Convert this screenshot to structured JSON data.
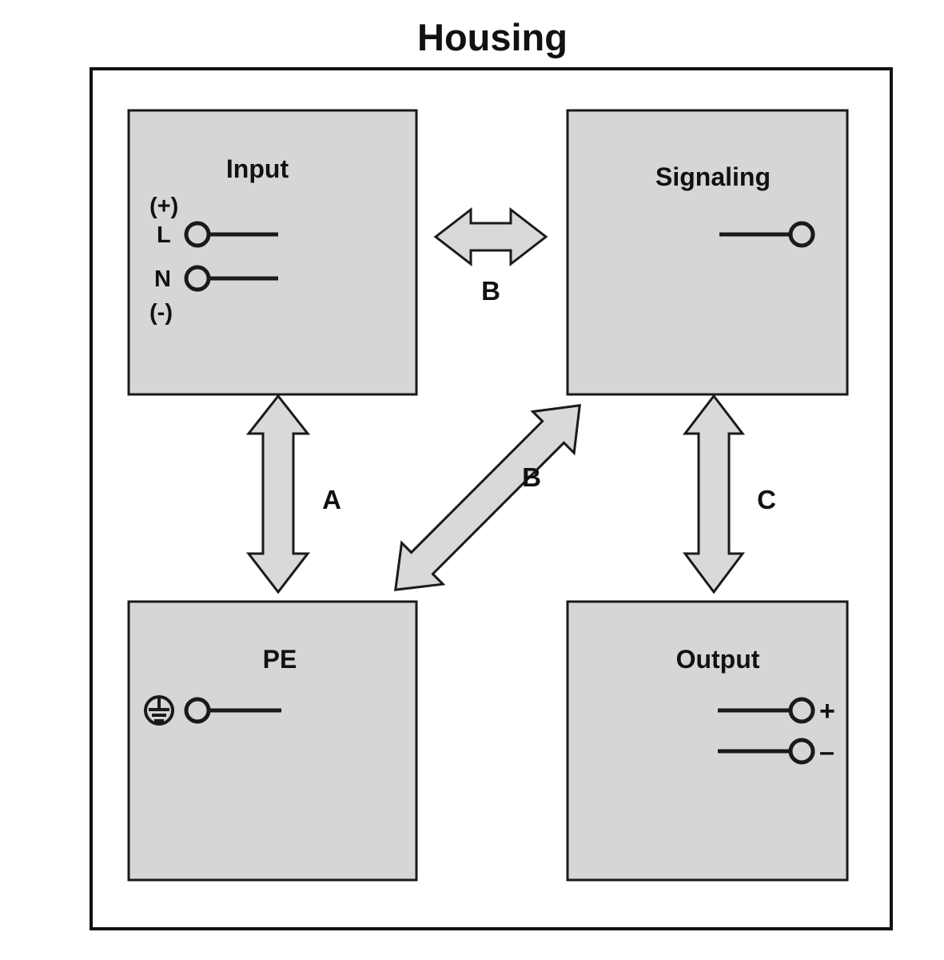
{
  "diagram": {
    "title": "Housing",
    "colors": {
      "block_fill": "#d6d6d6",
      "arrow_fill": "#d9d9d9",
      "stroke": "#1a1a1a",
      "frame": "#111111",
      "background": "#ffffff"
    },
    "blocks": [
      {
        "id": "input",
        "title": "Input",
        "terminals": [
          {
            "label": "(+)",
            "type": "annotation"
          },
          {
            "label": "L",
            "type": "terminal"
          },
          {
            "label": "N",
            "type": "terminal"
          },
          {
            "label": "(-)",
            "type": "annotation"
          }
        ]
      },
      {
        "id": "signaling",
        "title": "Signaling",
        "terminals": [
          {
            "label": "",
            "type": "terminal"
          }
        ]
      },
      {
        "id": "pe",
        "title": "PE",
        "terminals": [
          {
            "label": "earth-ground",
            "type": "terminal"
          }
        ]
      },
      {
        "id": "output",
        "title": "Output",
        "terminals": [
          {
            "label": "+",
            "type": "terminal"
          },
          {
            "label": "–",
            "type": "terminal"
          }
        ]
      }
    ],
    "arrows": [
      {
        "id": "arrow-a",
        "label": "A",
        "from": "input",
        "to": "pe",
        "orientation": "vertical"
      },
      {
        "id": "arrow-b-horizontal",
        "label": "B",
        "from": "input",
        "to": "signaling",
        "orientation": "horizontal"
      },
      {
        "id": "arrow-b-diagonal",
        "label": "B",
        "from": "input",
        "to": "output",
        "orientation": "diagonal"
      },
      {
        "id": "arrow-c",
        "label": "C",
        "from": "signaling",
        "to": "output",
        "orientation": "vertical"
      }
    ]
  }
}
